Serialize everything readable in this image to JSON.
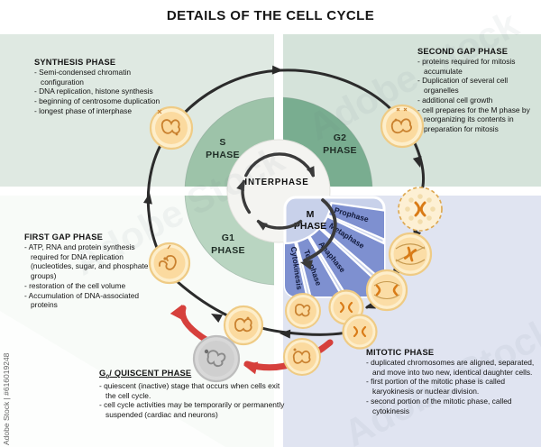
{
  "title": "DETAILS OF THE CELL CYCLE",
  "watermark": {
    "side_text": "Adobe Stock | #616019248",
    "diagonal_text": "Adobe Stock"
  },
  "colors": {
    "quad_top_left": "#dfe9e2",
    "quad_top_right": "#d5e3da",
    "quad_bottom_left": "#f8fbf8",
    "quad_bottom_right": "#e0e4f1",
    "s_phase_sector": "#9dc3a9",
    "g2_phase_sector": "#79ad90",
    "g1_phase_sector": "#b9d5c1",
    "m_block_bg": "#c8d1ea",
    "m_wedge": "#7e90d0",
    "arrow_black": "#2b2b2b",
    "arrow_red": "#d6403c",
    "cell_fill": "#fdeecb",
    "cell_border": "#efcb85",
    "g0_cell": "#d8d8d8"
  },
  "diagram": {
    "center_label": "INTERPHASE",
    "phases": {
      "s": {
        "line1": "S",
        "line2": "PHASE"
      },
      "g2": {
        "line1": "G2",
        "line2": "PHASE"
      },
      "g1": {
        "line1": "G1",
        "line2": "PHASE"
      },
      "m": {
        "line1": "M",
        "line2": "PHASE"
      }
    },
    "m_subphases": [
      "Prophase",
      "Metaphase",
      "Anaphase",
      "Telophase",
      "Cytokinesis"
    ]
  },
  "blocks": {
    "synthesis": {
      "heading": "SYNTHESIS PHASE",
      "items": [
        "- Semi-condensed chromatin configuration",
        "- DNA replication, histone synthesis",
        "- beginning of centrosome duplication",
        "- longest phase of interphase"
      ]
    },
    "second_gap": {
      "heading": "SECOND GAP PHASE",
      "items": [
        "- proteins required for mitosis accumulate",
        "- Duplication of several cell organelles",
        "- additional cell growth",
        "- cell prepares for the M phase by reorganizing its contents in preparation for mitosis"
      ]
    },
    "first_gap": {
      "heading": "FIRST GAP PHASE",
      "items": [
        "- ATP, RNA and protein synthesis required for DNA replication (nucleotides, sugar, and phosphate groups)",
        "- restoration of the cell volume",
        "- Accumulation of DNA-associated proteins"
      ]
    },
    "quiescent": {
      "heading_prefix": "G",
      "heading_sub": "0",
      "heading_rest": "/ QUISCENT PHASE",
      "items": [
        "- quiescent (inactive) stage that occurs when cells exit the cell cycle.",
        "- cell cycle activities may be temporarily or permanently suspended (cardiac and neurons)"
      ]
    },
    "mitotic": {
      "heading": "MITOTIC PHASE",
      "items": [
        "- duplicated chromosomes are aligned, separated, and move into two new, identical daughter cells.",
        "- first portion of the mitotic phase is called karyokinesis or nuclear division.",
        "- second portion of the mitotic phase, called cytokinesis"
      ]
    }
  }
}
